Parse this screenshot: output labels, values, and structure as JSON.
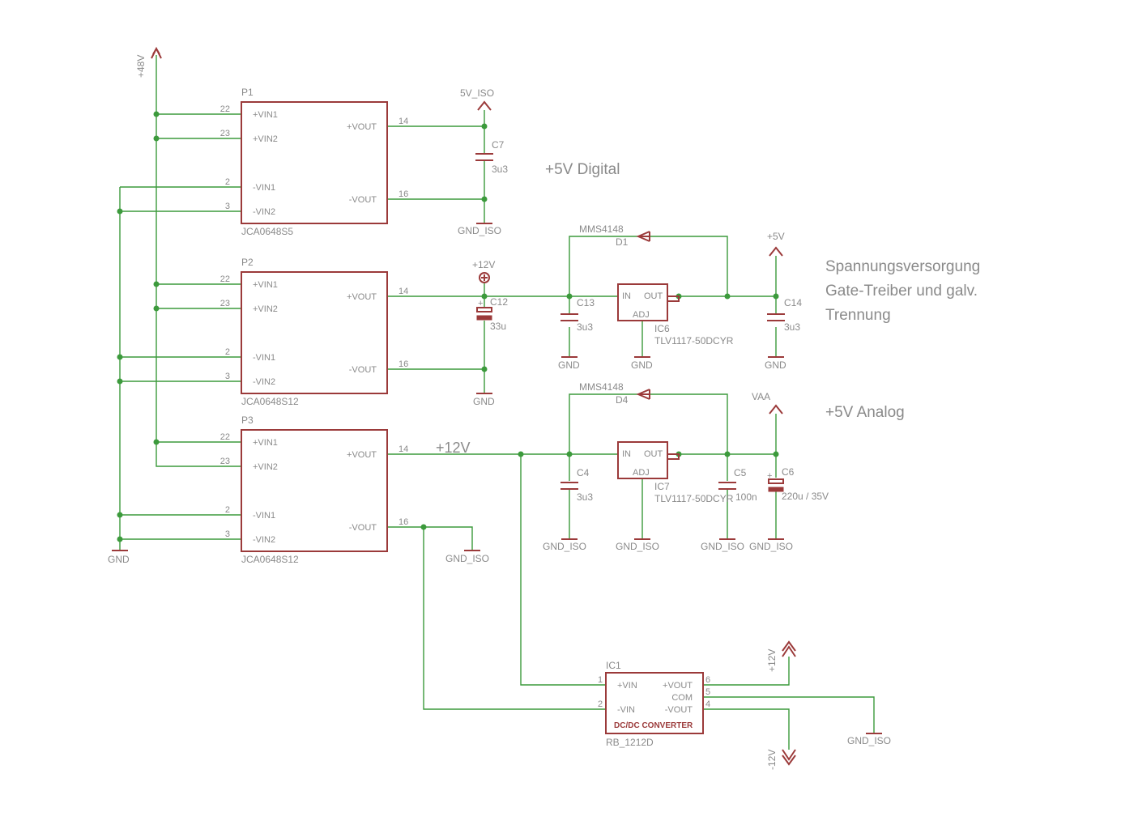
{
  "colors": {
    "wire": "#3c9a3c",
    "symbol": "#9b3a3a",
    "text": "#8a8a8a",
    "background": "#ffffff"
  },
  "notes": {
    "digital": "+5V Digital",
    "analog": "+5V Analog",
    "supply_line1": "Spannungsversorgung",
    "supply_line2": "Gate-Treiber und galv.",
    "supply_line3": "Trennung",
    "wire_12v": "+12V"
  },
  "supplies": {
    "p48v": "+48V",
    "gnd_main": "GND",
    "v5iso": "5V_ISO",
    "gnd_iso_c7": "GND_ISO",
    "p12v_c12": "+12V",
    "gnd_c12": "GND",
    "gnd_c13": "GND",
    "gnd_ic6": "GND",
    "p5v": "+5V",
    "gnd_c14": "GND",
    "vaa": "VAA",
    "gnd_iso_c4": "GND_ISO",
    "gnd_iso_ic7": "GND_ISO",
    "gnd_iso_c5": "GND_ISO",
    "gnd_iso_c6": "GND_ISO",
    "gnd_iso_p3": "GND_ISO",
    "p12v_out": "+12V",
    "m12v_out": "-12V",
    "gnd_iso_ic1": "GND_ISO"
  },
  "converters": [
    {
      "name": "P1",
      "value": "JCA0648S5"
    },
    {
      "name": "P2",
      "value": "JCA0648S12"
    },
    {
      "name": "P3",
      "value": "JCA0648S12"
    }
  ],
  "converter_pins": {
    "in": [
      "+VIN1",
      "+VIN2",
      "-VIN1",
      "-VIN2"
    ],
    "in_nums": [
      "22",
      "23",
      "2",
      "3"
    ],
    "out": [
      "+VOUT",
      "-VOUT"
    ],
    "out_nums": [
      "14",
      "16"
    ]
  },
  "capacitors": {
    "C7": {
      "name": "C7",
      "value": "3u3"
    },
    "C12": {
      "name": "C12",
      "value": "33u"
    },
    "C13": {
      "name": "C13",
      "value": "3u3"
    },
    "C14": {
      "name": "C14",
      "value": "3u3"
    },
    "C4": {
      "name": "C4",
      "value": "3u3"
    },
    "C5": {
      "name": "C5",
      "value": "100n"
    },
    "C6": {
      "name": "C6",
      "value": "220u / 35V"
    }
  },
  "diodes": {
    "D1": {
      "name": "D1",
      "value": "MMS4148"
    },
    "D4": {
      "name": "D4",
      "value": "MMS4148"
    }
  },
  "regulators": {
    "IC6": {
      "name": "IC6",
      "value": "TLV1117-50DCYR"
    },
    "IC7": {
      "name": "IC7",
      "value": "TLV1117-50DCYR"
    },
    "pins": {
      "in": "IN",
      "out": "OUT",
      "adj": "ADJ"
    }
  },
  "dcdc": {
    "name": "IC1",
    "value": "RB_1212D",
    "body": "DC/DC CONVERTER",
    "pins": {
      "vin_p": "+VIN",
      "vin_m": "-VIN",
      "vout_p": "+VOUT",
      "com": "COM",
      "vout_m": "-VOUT"
    },
    "nums": {
      "vin_p": "1",
      "vin_m": "2",
      "vout_p": "6",
      "com": "5",
      "vout_m": "4"
    }
  }
}
